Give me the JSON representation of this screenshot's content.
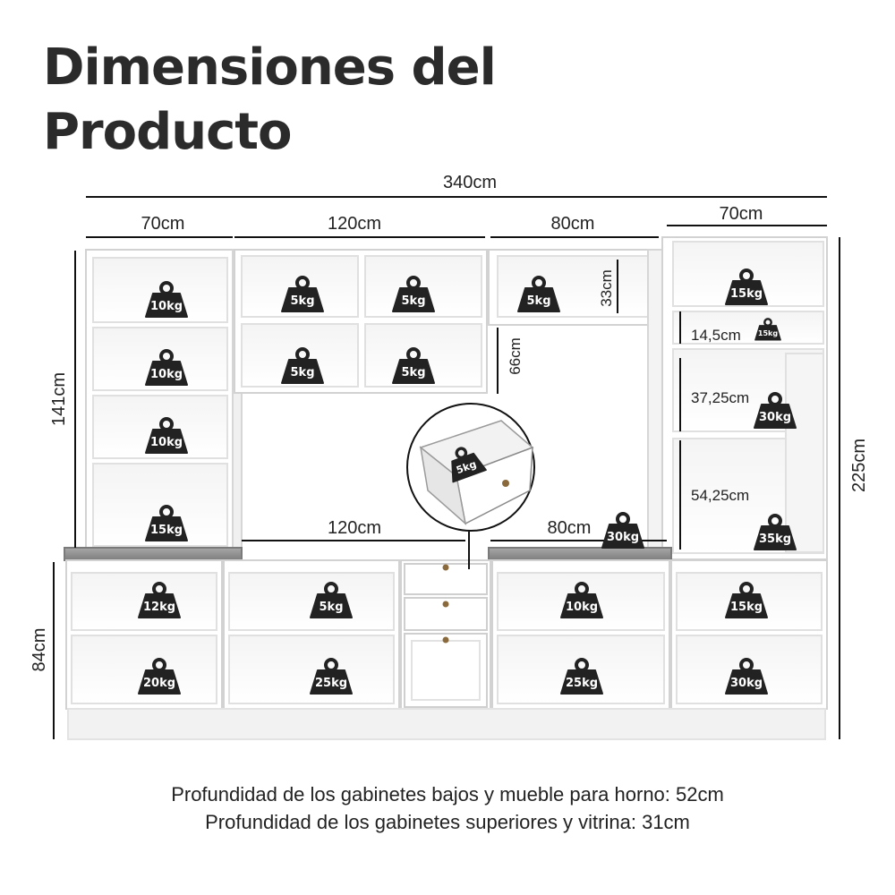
{
  "title": {
    "line1": "Dimensiones del",
    "line2": "Producto"
  },
  "dimensions": {
    "total_width": "340cm",
    "upper_widths": [
      "70cm",
      "120cm",
      "80cm",
      "70cm"
    ],
    "total_height": "225cm",
    "tower_height": "141cm",
    "base_height": "84cm",
    "upper_niche_height": "33cm",
    "upper_block_height": "66cm",
    "tv_span": "120cm",
    "oven_span": "80cm",
    "vitrina_shelves": [
      "14,5cm",
      "37,25cm",
      "54,25cm"
    ]
  },
  "weights": {
    "left_tower": [
      "10kg",
      "10kg",
      "10kg",
      "15kg"
    ],
    "upper_center": [
      "5kg",
      "5kg",
      "5kg",
      "5kg"
    ],
    "upper_right": "5kg",
    "drawer": "5kg",
    "countertop": "30kg",
    "vitrina": [
      "15kg",
      "15kg",
      "30kg",
      "35kg"
    ],
    "base_top": [
      "12kg",
      "5kg",
      "10kg",
      "15kg"
    ],
    "base_bottom": [
      "20kg",
      "25kg",
      "25kg",
      "30kg"
    ]
  },
  "notes": [
    "Profundidad de los gabinetes bajos y mueble para horno: 52cm",
    "Profundidad de los gabinetes superiores y vitrina: 31cm"
  ],
  "colors": {
    "furniture": "#ffffff",
    "edge": "#d6d6d6",
    "counter": "#9a9a9a",
    "badge": "#222222",
    "line": "#111111"
  }
}
